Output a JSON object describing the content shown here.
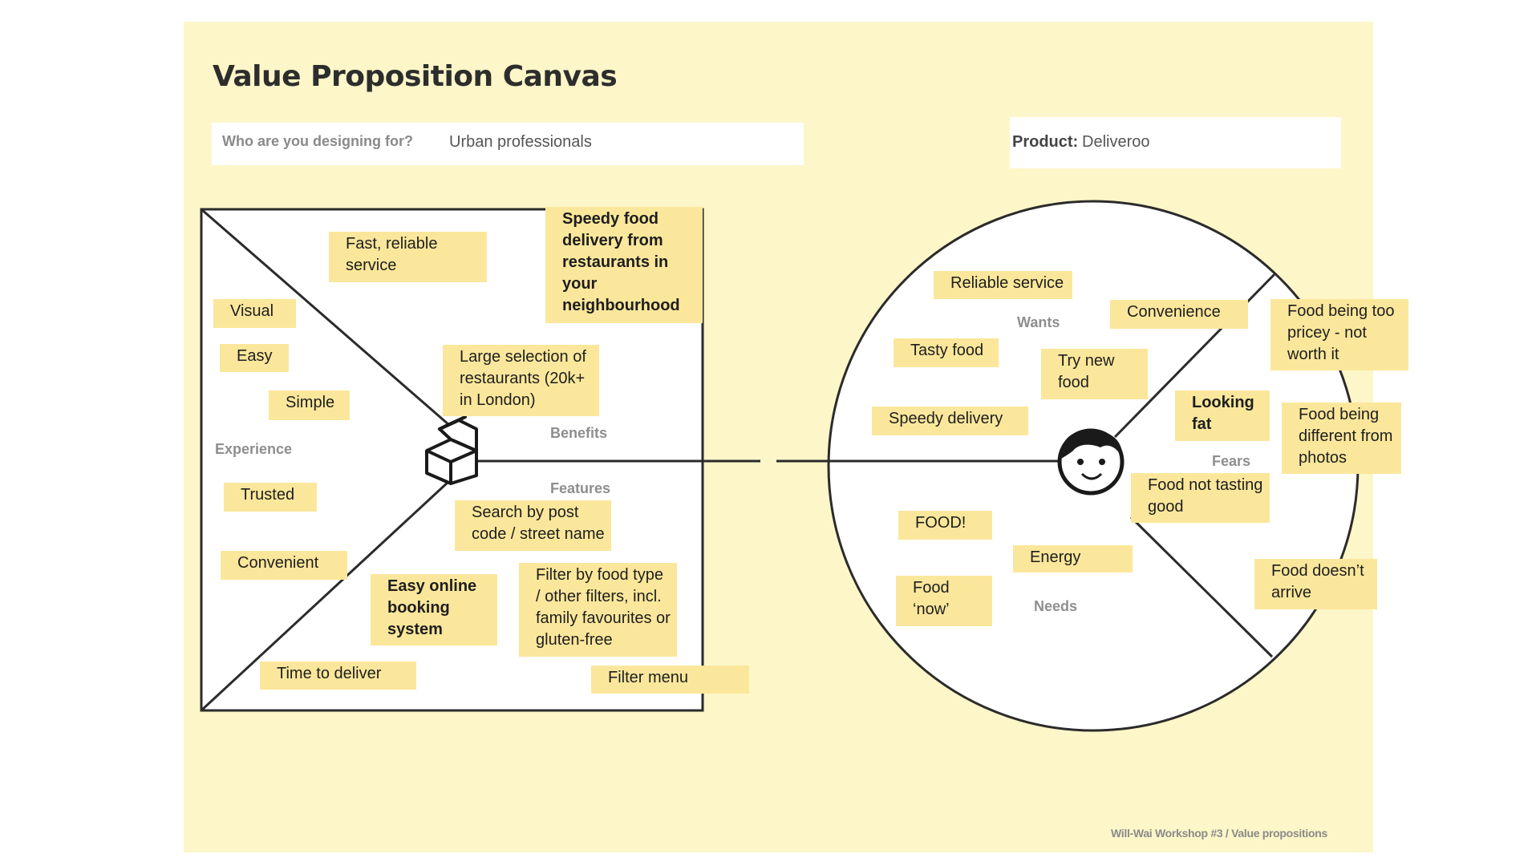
{
  "title": "Value Proposition Canvas",
  "designing_for": {
    "label": "Who are you designing for?",
    "value": "Urban professionals"
  },
  "product": {
    "label": "Product:",
    "value": "Deliveroo"
  },
  "sections": {
    "benefits": "Benefits",
    "features": "Features",
    "experience": "Experience",
    "wants": "Wants",
    "fears": "Fears",
    "needs": "Needs"
  },
  "value_map": {
    "benefits": [
      "Fast, reliable service",
      "Large selection of restaurants (20k+ in London)"
    ],
    "headline": "Speedy food delivery from restaurants in your neighbourhood",
    "experience": [
      "Visual",
      "Easy",
      "Simple",
      "Trusted",
      "Convenient"
    ],
    "features": [
      "Search by post code / street name",
      "Easy online booking system",
      "Filter by food type / other filters, incl. family favourites or gluten-free",
      "Time to deliver",
      "Filter menu"
    ]
  },
  "customer_profile": {
    "wants": [
      "Reliable service",
      "Convenience",
      "Tasty food",
      "Try new food",
      "Speedy delivery"
    ],
    "fears": [
      "Food being too pricey - not worth it",
      "Looking fat",
      "Food being different from photos",
      "Food not tasting good",
      "Food doesn’t arrive"
    ],
    "needs": [
      "FOOD!",
      "Energy",
      "Food ‘now’"
    ]
  },
  "footer": "Will-Wai Workshop #3 / Value propositions",
  "colors": {
    "canvas": "#fdf6c8",
    "sticky_note": "#fbe79b",
    "line": "#2b2b2b"
  },
  "icons": {
    "product": "milk-carton-icon",
    "customer": "smiling-face-icon"
  }
}
